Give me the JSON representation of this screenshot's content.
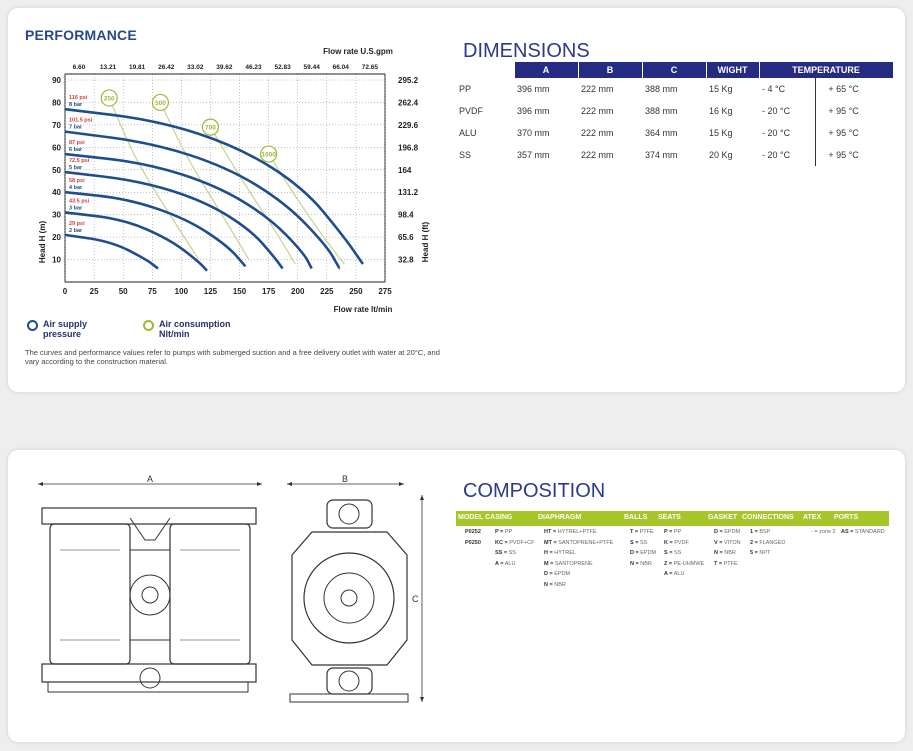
{
  "performance": {
    "title": "PERFORMANCE",
    "note": "The curves and performance values refer to pumps with submerged suction and a free delivery outlet with water at 20°C, and vary according to the construction material.",
    "legend": [
      {
        "label": "Air supply pressure",
        "color": "#1f4e8c"
      },
      {
        "label": "Air consumption Nlt/min",
        "color": "#9db83a"
      }
    ]
  },
  "chart_data": {
    "type": "line",
    "xlabel": "Flow rate  lt/min",
    "x2label": "Flow rate U.S.gpm",
    "ylabel": "Head H (m)",
    "y2label": "Head H (ft)",
    "xlim": [
      0,
      275
    ],
    "ylim": [
      0,
      90
    ],
    "x_ticks": [
      0,
      25,
      50,
      75,
      100,
      125,
      150,
      175,
      200,
      225,
      250,
      275
    ],
    "x2_ticks": [
      "6.60",
      "13.21",
      "19.81",
      "26.42",
      "33.02",
      "39.62",
      "46.23",
      "52.83",
      "59.44",
      "66.04",
      "72.65"
    ],
    "y_ticks": [
      10,
      20,
      30,
      40,
      50,
      60,
      70,
      80,
      90
    ],
    "y2_ticks": [
      "32.8",
      "65.6",
      "98.4",
      "131.2",
      "164",
      "196.8",
      "229.6",
      "262.4",
      "295.2"
    ],
    "series": [
      {
        "name": "8 bar",
        "psi": "116 psi",
        "points": [
          [
            0,
            77
          ],
          [
            80,
            72
          ],
          [
            150,
            60
          ],
          [
            205,
            42
          ],
          [
            240,
            20
          ],
          [
            256,
            8
          ]
        ]
      },
      {
        "name": "7 bar",
        "psi": "101.5 psi",
        "points": [
          [
            0,
            67
          ],
          [
            75,
            62
          ],
          [
            140,
            51
          ],
          [
            190,
            35
          ],
          [
            225,
            16
          ],
          [
            236,
            6
          ]
        ]
      },
      {
        "name": "6 bar",
        "psi": "87 psi",
        "points": [
          [
            0,
            57
          ],
          [
            70,
            53
          ],
          [
            130,
            43
          ],
          [
            175,
            29
          ],
          [
            205,
            13
          ],
          [
            212,
            6
          ]
        ]
      },
      {
        "name": "5 bar",
        "psi": "72.5 psi",
        "points": [
          [
            0,
            49
          ],
          [
            65,
            45
          ],
          [
            120,
            36
          ],
          [
            160,
            23
          ],
          [
            180,
            11
          ],
          [
            187,
            6
          ]
        ]
      },
      {
        "name": "4 bar",
        "psi": "58 psi",
        "points": [
          [
            0,
            40
          ],
          [
            55,
            37
          ],
          [
            105,
            28
          ],
          [
            140,
            16
          ],
          [
            155,
            7
          ]
        ]
      },
      {
        "name": "3 bar",
        "psi": "43.5 psi",
        "points": [
          [
            0,
            31
          ],
          [
            50,
            28
          ],
          [
            90,
            19
          ],
          [
            115,
            9
          ],
          [
            122,
            5
          ]
        ]
      },
      {
        "name": "2 bar",
        "psi": "29 psi",
        "points": [
          [
            0,
            21
          ],
          [
            40,
            18
          ],
          [
            70,
            10
          ],
          [
            80,
            6
          ]
        ]
      }
    ],
    "air_consumption": [
      {
        "label": "250",
        "points": [
          [
            38,
            82
          ],
          [
            60,
            55
          ],
          [
            90,
            30
          ],
          [
            115,
            10
          ]
        ]
      },
      {
        "label": "500",
        "points": [
          [
            82,
            80
          ],
          [
            105,
            55
          ],
          [
            135,
            30
          ],
          [
            158,
            10
          ]
        ]
      },
      {
        "label": "700",
        "points": [
          [
            125,
            69
          ],
          [
            150,
            47
          ],
          [
            178,
            25
          ],
          [
            198,
            8
          ]
        ]
      },
      {
        "label": "1000",
        "points": [
          [
            175,
            57
          ],
          [
            198,
            38
          ],
          [
            222,
            20
          ],
          [
            240,
            8
          ]
        ]
      }
    ]
  },
  "dimensions": {
    "title": "DIMENSIONS",
    "headers": [
      "A",
      "B",
      "C",
      "WIGHT",
      "TEMPERATURE"
    ],
    "rows": [
      {
        "material": "PP",
        "a": "396 mm",
        "b": "222 mm",
        "c": "388 mm",
        "weight": "15 Kg",
        "tmin": "- 4 °C",
        "tmax": "+ 65 °C"
      },
      {
        "material": "PVDF",
        "a": "396 mm",
        "b": "222 mm",
        "c": "388 mm",
        "weight": "16 Kg",
        "tmin": "- 20 °C",
        "tmax": "+ 95 °C"
      },
      {
        "material": "ALU",
        "a": "370 mm",
        "b": "222 mm",
        "c": "364 mm",
        "weight": "15 Kg",
        "tmin": "- 20 °C",
        "tmax": "+ 95 °C"
      },
      {
        "material": "SS",
        "a": "357 mm",
        "b": "222 mm",
        "c": "374 mm",
        "weight": "20 Kg",
        "tmin": "- 20 °C",
        "tmax": "+ 95 °C"
      }
    ]
  },
  "drawing": {
    "label_a": "A",
    "label_b": "B",
    "label_c": "C"
  },
  "composition": {
    "title": "COMPOSITION",
    "headers": [
      "MODEL CASING",
      "DIAPHRAGM",
      "BALLS",
      "SEATS",
      "GASKET",
      "CONNECTIONS",
      "ATEX",
      "PORTS"
    ],
    "model": [
      "P0252",
      "P0250"
    ],
    "casing": [
      [
        "P",
        "PP"
      ],
      [
        "KC",
        "PVDF+CF"
      ],
      [
        "SS",
        "SS"
      ],
      [
        "A",
        "ALU"
      ]
    ],
    "diaphragm": [
      [
        "HT",
        "HYTREL+PTFE"
      ],
      [
        "MT",
        "SANTOPRENE+PTFE"
      ],
      [
        "H",
        "HYTREL"
      ],
      [
        "M",
        "SANTOPRENE"
      ],
      [
        "D",
        "EPDM"
      ],
      [
        "N",
        "NBR"
      ]
    ],
    "balls": [
      [
        "T",
        "PTFE"
      ],
      [
        "S",
        "SS"
      ],
      [
        "D",
        "EPDM"
      ],
      [
        "N",
        "NBR"
      ]
    ],
    "seats": [
      [
        "P",
        "PP"
      ],
      [
        "K",
        "PVDF"
      ],
      [
        "S",
        "SS"
      ],
      [
        "Z",
        "PE-UHMWE"
      ],
      [
        "A",
        "ALU"
      ]
    ],
    "gasket": [
      [
        "D",
        "EPDM"
      ],
      [
        "V",
        "VITON"
      ],
      [
        "N",
        "NBR"
      ],
      [
        "T",
        "PTFE"
      ]
    ],
    "connections": [
      [
        "1",
        "BSP"
      ],
      [
        "2",
        "FLANGED"
      ],
      [
        "5",
        "NPT"
      ]
    ],
    "atex": "- = zone 2",
    "ports": [
      [
        "AS",
        "STANDARD"
      ]
    ]
  }
}
